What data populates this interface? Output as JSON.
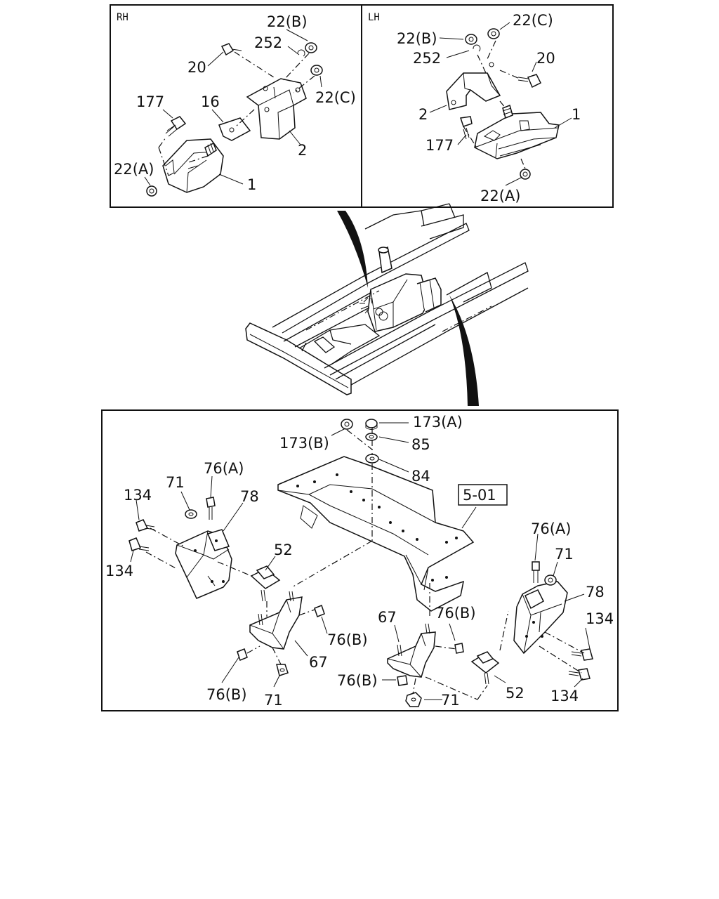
{
  "panels": {
    "rh": "RH",
    "lh": "LH",
    "ref_box": "5-01"
  },
  "rh_labels": {
    "p22b": "22(B)",
    "p252": "252",
    "p20": "20",
    "p22c": "22(C)",
    "p177": "177",
    "p16": "16",
    "p2": "2",
    "p22a": "22(A)",
    "p1": "1"
  },
  "lh_labels": {
    "p22b": "22(B)",
    "p22c": "22(C)",
    "p252": "252",
    "p20": "20",
    "p2": "2",
    "p1": "1",
    "p177": "177",
    "p22a": "22(A)"
  },
  "bottom_labels": {
    "p173a": "173(A)",
    "p173b": "173(B)",
    "p85": "85",
    "p84": "84",
    "p76a_left": "76(A)",
    "p71_left": "71",
    "p134_left_top": "134",
    "p78_left": "78",
    "p134_left_bot": "134",
    "p52_left": "52",
    "p76b_mid": "76(B)",
    "p67_left": "67",
    "p76b_left": "76(B)",
    "p71_left_bot": "71",
    "p76a_right": "76(A)",
    "p71_right": "71",
    "p78_right": "78",
    "p67_right": "67",
    "p76b_right_top": "76(B)",
    "p134_right_top": "134",
    "p76b_right_bot": "76(B)",
    "p71_right_bot": "71",
    "p52_right": "52",
    "p134_right_bot": "134"
  }
}
